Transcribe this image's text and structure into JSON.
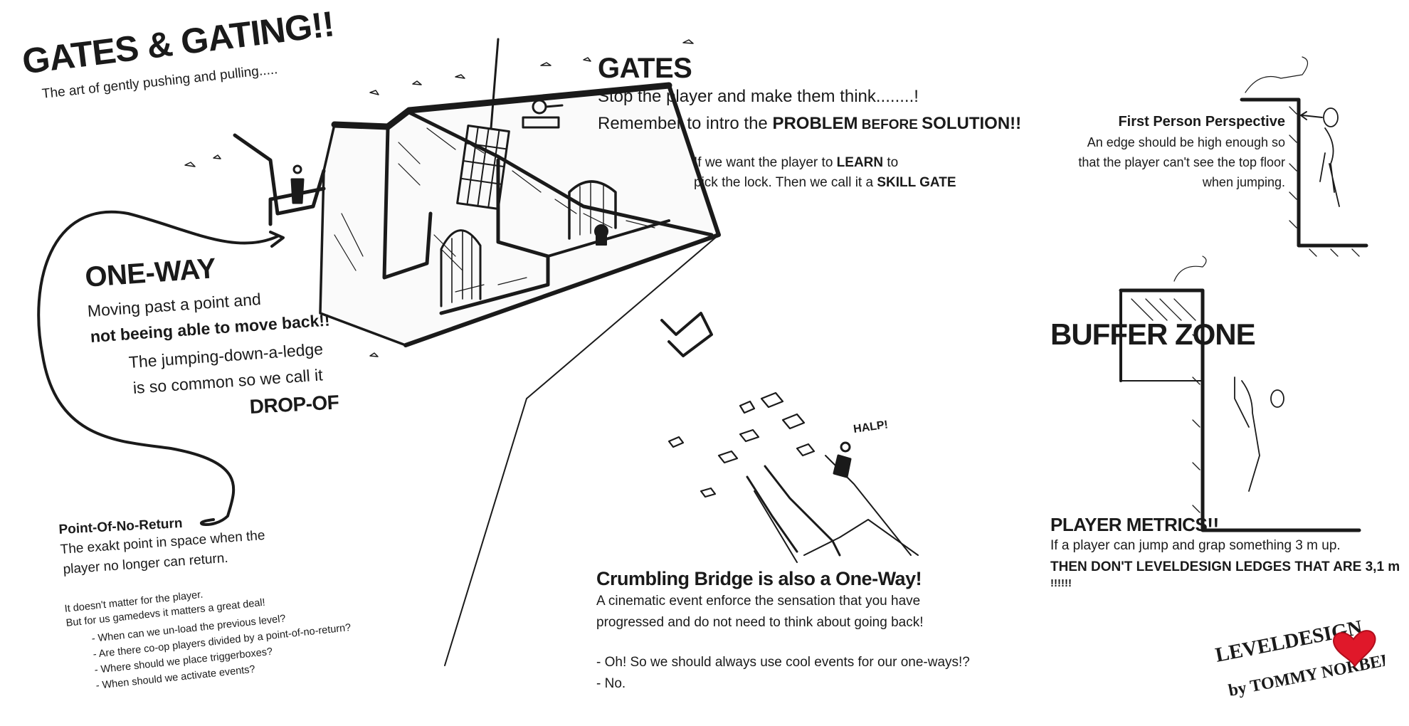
{
  "title": "GATES & GATING!!",
  "subtitle": "The art of gently pushing and pulling.....",
  "gates": {
    "heading": "GATES",
    "line1": "Stop the player and make them think........!",
    "line2_pre": "Remember to intro the ",
    "line2_problem": "PROBLEM",
    "line2_before": " BEFORE ",
    "line2_solution": "SOLUTION!!",
    "skill_l1_pre": "If we want the player to ",
    "skill_l1_learn": "LEARN",
    "skill_l1_post": " to",
    "skill_l2_pre": "pick the lock. Then we call it a ",
    "skill_l2_gate": "SKILL GATE"
  },
  "one_way": {
    "heading": "ONE-WAY",
    "line1": "Moving past a point and",
    "line2": "not beeing able to move back!!",
    "line3": "The jumping-down-a-ledge",
    "line4": "is so common so we call it",
    "drop": "DROP-OF"
  },
  "ponr": {
    "heading": "Point-Of-No-Return",
    "line1": "The exakt point in space when the",
    "line2": "player no longer can return."
  },
  "gamedev_note": {
    "line1": "It doesn't matter for the player.",
    "line2": "But for us gamedevs it matters a great deal!",
    "line3": "- When can we un-load the previous level?",
    "line4": "- Are there co-op players divided by a point-of-no-return?",
    "line5": "- Where should we place triggerboxes?",
    "line6": "- When should we activate events?"
  },
  "crumbling": {
    "heading": "Crumbling Bridge is also a One-Way!",
    "line1": "A cinematic event enforce the sensation that you have",
    "line2": "progressed and do not need to think about going back!",
    "line3": "- Oh! So we should always use cool events for our one-ways!?",
    "line4": "- No.",
    "halp": "HALP!"
  },
  "first_person": {
    "heading": "First Person Perspective",
    "line1": "An edge should be high enough so",
    "line2": "that the player can't see the top floor",
    "line3": "when jumping."
  },
  "buffer": {
    "heading": "BUFFER ZONE",
    "metrics_heading": "PLAYER METRICS!!",
    "metrics_l1": "If a player can jump and grap something 3 m up.",
    "metrics_l2_pre": "THEN DON'T LEVELDESIGN LEDGES THAT ARE 3,1 m ",
    "metrics_l2_excl": "!!!!!!"
  },
  "signature": {
    "line1": "LEVELDESIGN",
    "line2": "by TOMMY NORBERG",
    "heart_color": "#e0182a"
  },
  "colors": {
    "ink": "#1a1a1a",
    "paper": "#ffffff",
    "accent": "#e0182a"
  },
  "icons": [
    "heart-icon",
    "key-icon",
    "padlock-icon",
    "stick-figure-icon"
  ]
}
